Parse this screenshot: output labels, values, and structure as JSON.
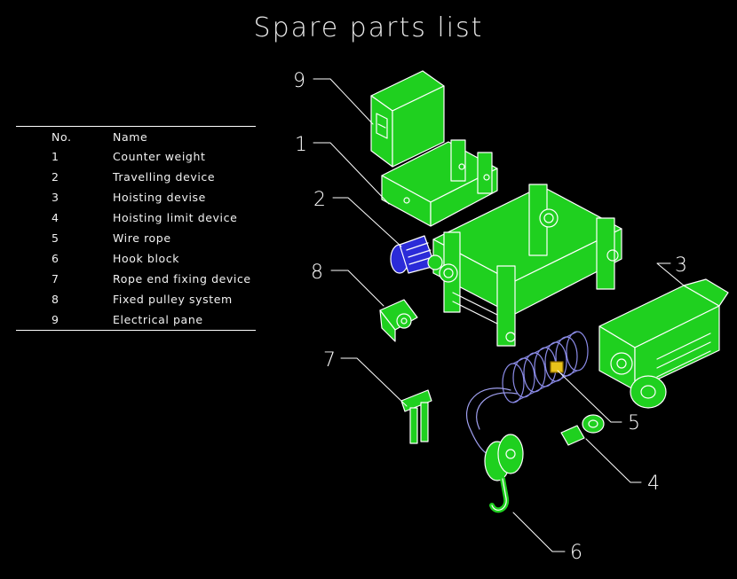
{
  "title": "Spare parts list",
  "table": {
    "headers": {
      "no": "No.",
      "name": "Name"
    },
    "rows": [
      {
        "no": "1",
        "name": "Counter weight"
      },
      {
        "no": "2",
        "name": "Travelling device"
      },
      {
        "no": "3",
        "name": "Hoisting devise"
      },
      {
        "no": "4",
        "name": "Hoisting limit device"
      },
      {
        "no": "5",
        "name": "Wire rope"
      },
      {
        "no": "6",
        "name": "Hook block"
      },
      {
        "no": "7",
        "name": "Rope end fixing device"
      },
      {
        "no": "8",
        "name": "Fixed pulley system"
      },
      {
        "no": "9",
        "name": "Electrical pane"
      }
    ]
  },
  "callouts": [
    "9",
    "1",
    "2",
    "8",
    "3",
    "7",
    "5",
    "4",
    "6"
  ],
  "colors": {
    "part": "#1fd01f",
    "part_outline": "#ffffff",
    "motor": "#2b2bd8",
    "rope": "#8a8ae6",
    "warning": "#e8c21a"
  }
}
